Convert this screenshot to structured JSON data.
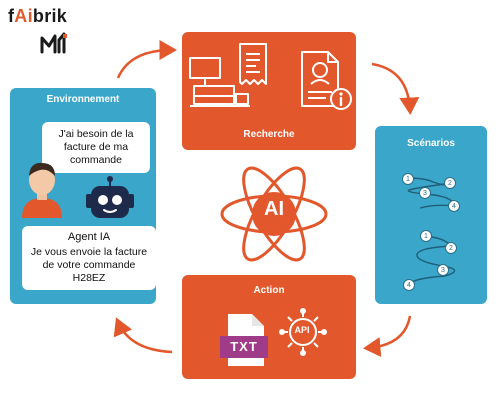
{
  "brand": {
    "name_prefix": "f",
    "name_accent": "Ai",
    "name_suffix": "brik"
  },
  "cards": {
    "environnement": {
      "title": "Environnement"
    },
    "recherche": {
      "title": "Recherche"
    },
    "scenarios": {
      "title": "Scénarios"
    },
    "action": {
      "title": "Action"
    }
  },
  "conversation": {
    "user_message": "J'ai besoin de la facture de ma commande",
    "agent_label": "Agent IA",
    "agent_message": "Je vous envoie la facture de votre commande H28EZ"
  },
  "center": {
    "label": "AI"
  },
  "action_icons": {
    "txt_label": "TXT",
    "api_label": "API"
  },
  "scenario_flows": {
    "flow_1": [
      "1",
      "2",
      "3",
      "4"
    ],
    "flow_2": [
      "1",
      "2",
      "3",
      "4"
    ]
  },
  "colors": {
    "orange": "#e2582c",
    "blue": "#3aa6c9",
    "purple": "#a03b8a",
    "dark": "#1a1a1a"
  },
  "icons": [
    "mirakl-logo-icon",
    "user-avatar-icon",
    "robot-icon",
    "cash-register-icon",
    "receipt-icon",
    "document-profile-icon",
    "info-icon",
    "atom-icon",
    "txt-file-icon",
    "api-gear-icon",
    "cycle-arrow-icon"
  ]
}
